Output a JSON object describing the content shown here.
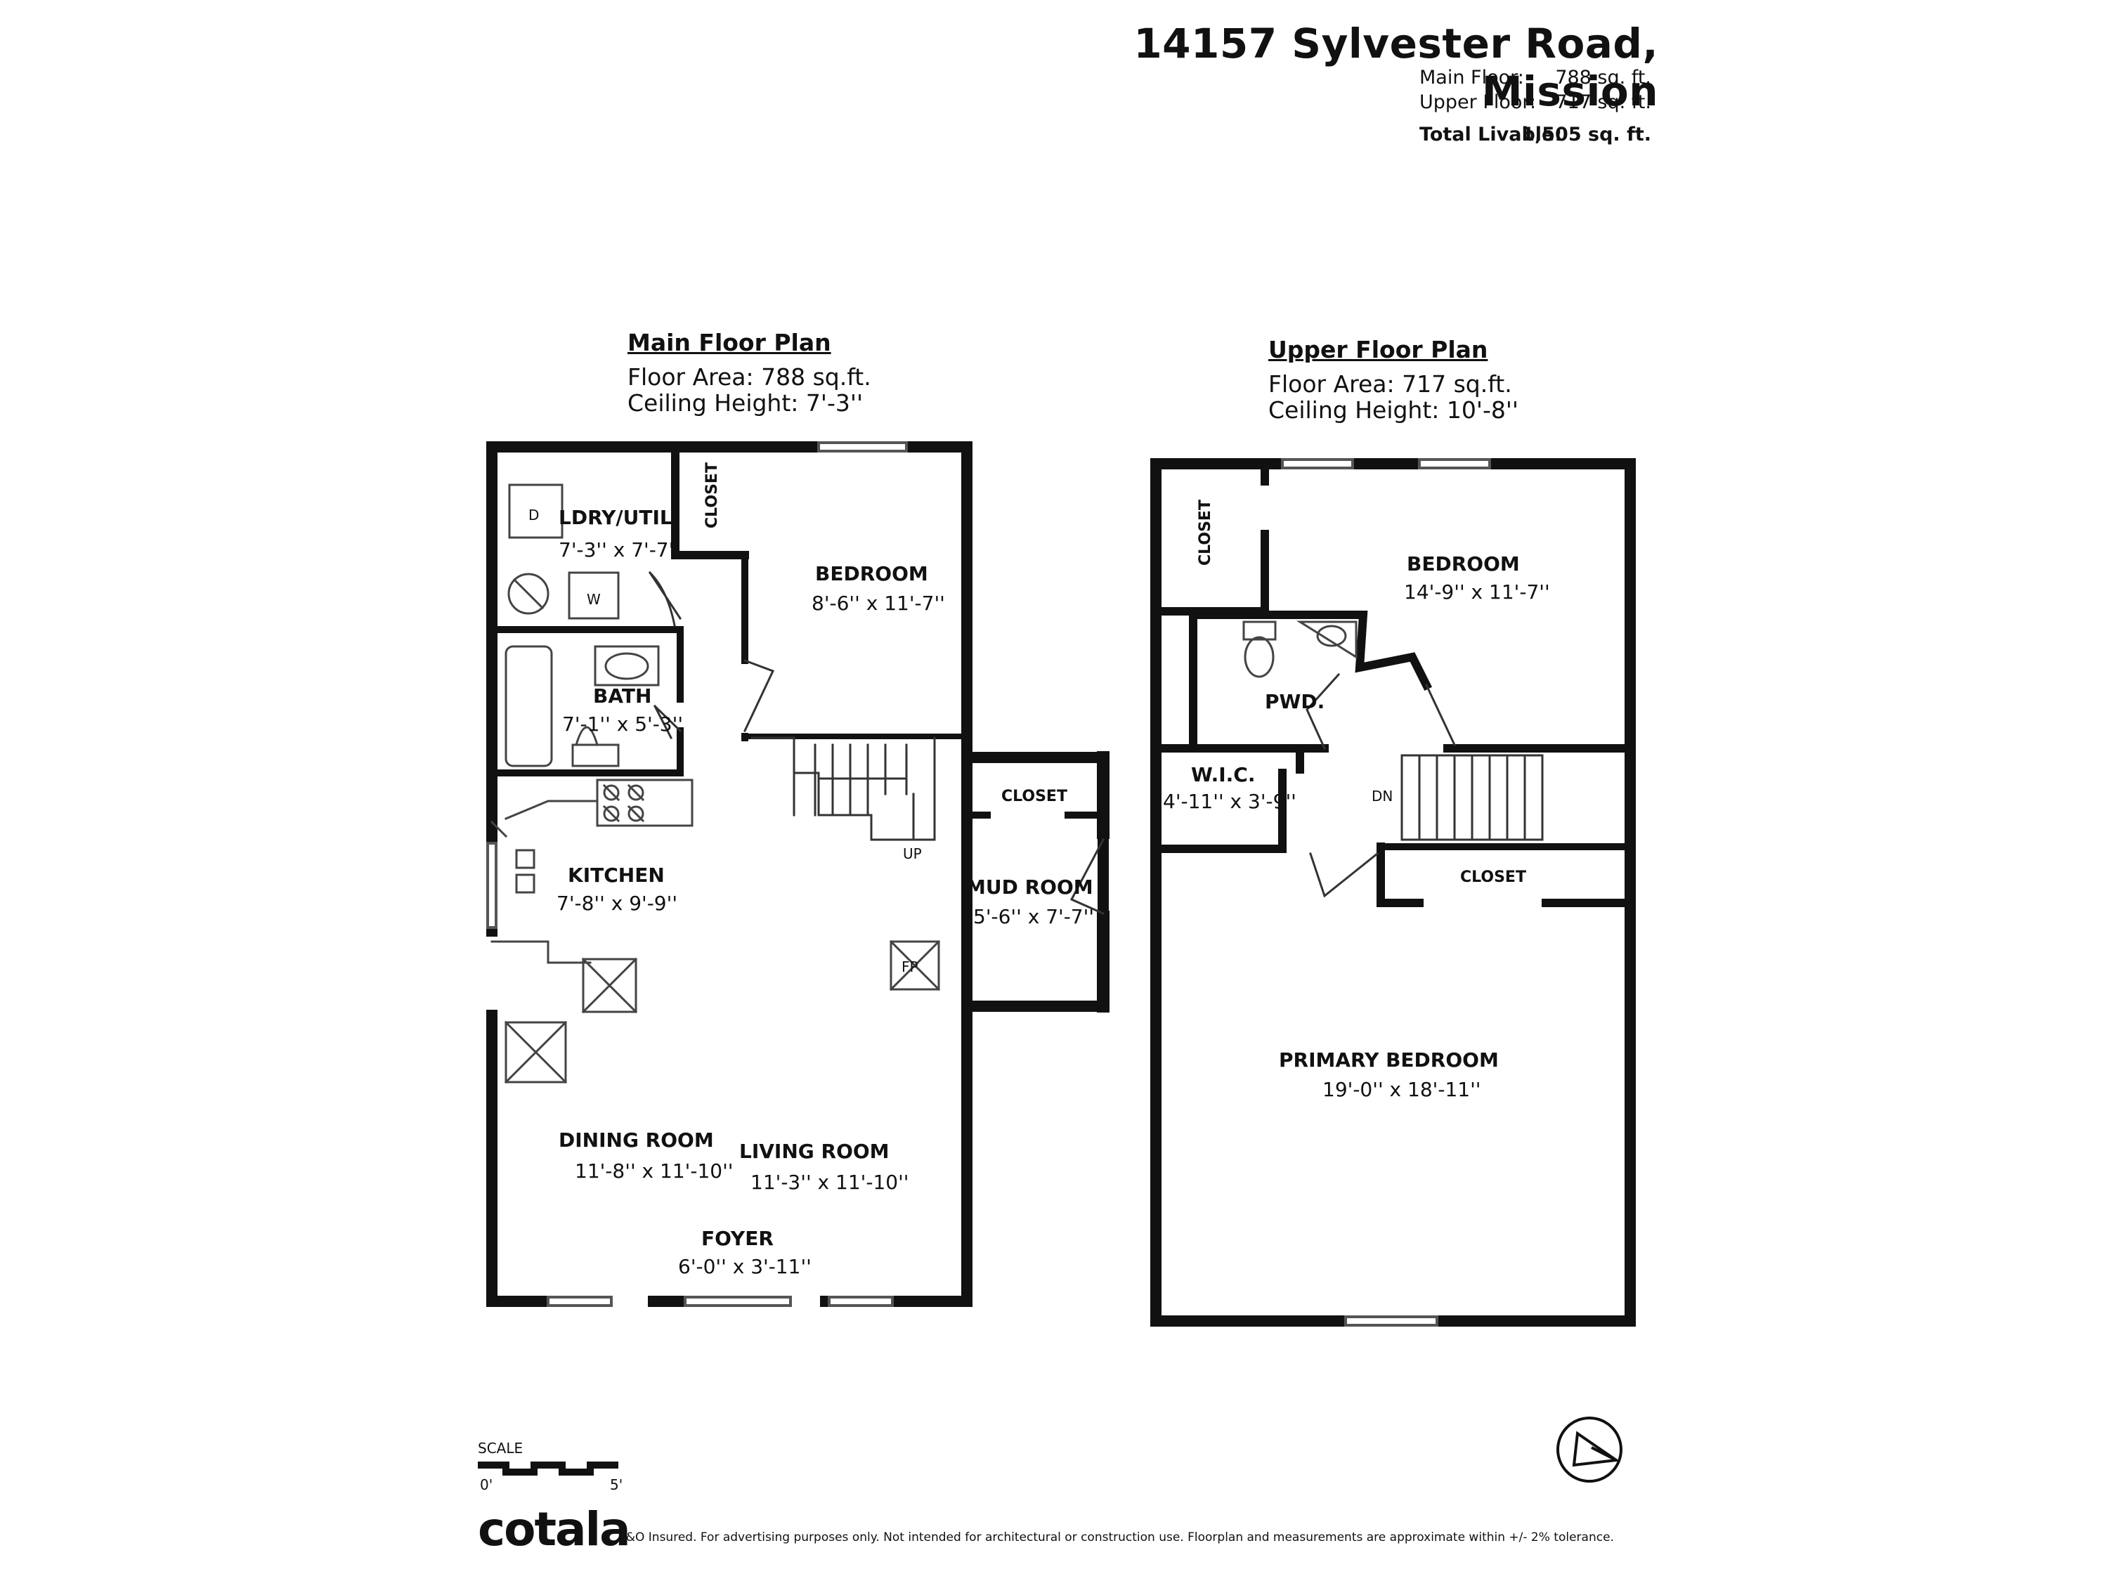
{
  "header": {
    "address": "14157 Sylvester Road, Mission",
    "areas": [
      {
        "label": "Main Floor:",
        "value": "788 sq. ft."
      },
      {
        "label": "Upper Floor:",
        "value": "717 sq. ft."
      }
    ],
    "total": {
      "label": "Total Livable:",
      "value": "1,505 sq. ft."
    }
  },
  "main_floor": {
    "title": "Main Floor Plan",
    "area": "Floor Area: 788 sq.ft.",
    "ceiling": "Ceiling Height: 7'-3''",
    "rooms": {
      "ldry": {
        "name": "LDRY/UTIL.",
        "dim": "7'-3'' x 7'-7''"
      },
      "closet": {
        "name": "CLOSET"
      },
      "bedroom": {
        "name": "BEDROOM",
        "dim": "8'-6'' x 11'-7''"
      },
      "bath": {
        "name": "BATH",
        "dim": "7'-1'' x 5'-3''"
      },
      "kitchen": {
        "name": "KITCHEN",
        "dim": "7'-8'' x 9'-9''"
      },
      "mud_closet": {
        "name": "CLOSET"
      },
      "mud_room": {
        "name": "MUD ROOM",
        "dim": "5'-6'' x 7'-7''"
      },
      "dining": {
        "name": "DINING ROOM",
        "dim": "11'-8'' x 11'-10''"
      },
      "living": {
        "name": "LIVING ROOM",
        "dim": "11'-3'' x 11'-10''"
      },
      "foyer": {
        "name": "FOYER",
        "dim": "6'-0'' x 3'-11''"
      }
    },
    "labels": {
      "dryer": "D",
      "washer": "W",
      "up": "UP",
      "fireplace": "FP"
    }
  },
  "upper_floor": {
    "title": "Upper Floor Plan",
    "area": "Floor Area: 717 sq.ft.",
    "ceiling": "Ceiling Height: 10'-8''",
    "rooms": {
      "closet": {
        "name": "CLOSET"
      },
      "bedroom": {
        "name": "BEDROOM",
        "dim": "14'-9'' x 11'-7''"
      },
      "pwd": {
        "name": "PWD."
      },
      "wic": {
        "name": "W.I.C.",
        "dim": "4'-11'' x 3'-9''"
      },
      "closet2": {
        "name": "CLOSET"
      },
      "primary": {
        "name": "PRIMARY BEDROOM",
        "dim": "19'-0'' x 18'-11''"
      }
    },
    "labels": {
      "down": "DN"
    }
  },
  "scale": {
    "label": "SCALE",
    "start": "0'",
    "end": "5'"
  },
  "footer": {
    "logo": "cotala",
    "disclaimer": "E&O Insured. For advertising purposes only. Not intended for architectural or construction use. Floorplan and measurements are approximate within +/- 2% tolerance."
  }
}
